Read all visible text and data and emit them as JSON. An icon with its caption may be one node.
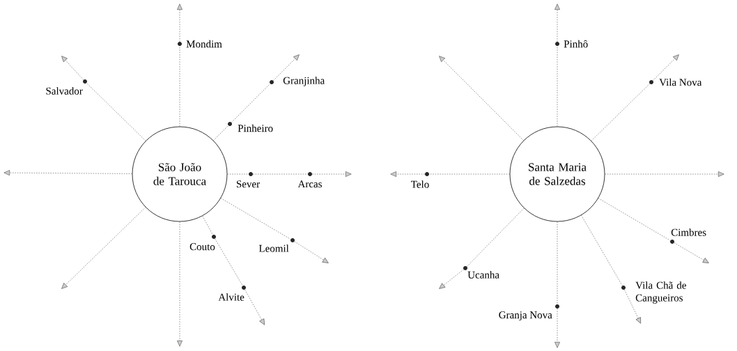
{
  "diagram": {
    "nodes": [
      {
        "text": [
          "São João de Tarouca"
        ]
      },
      {
        "text": [],
        "shape": "circle",
        "beside": [
          "Mondim"
        ]
      },
      {
        "text": [],
        "shape": "circle",
        "beside": [
          "Salvador"
        ]
      },
      {
        "text": [],
        "shape": "circle",
        "beside": [
          "Granjinha"
        ]
      },
      {
        "text": [],
        "shape": "circle",
        "beside": [
          "Pinheiro"
        ]
      },
      {
        "text": [],
        "shape": "circle",
        "beside": [
          "Sever"
        ]
      },
      {
        "text": [],
        "shape": "circle",
        "beside": [
          "Arcas"
        ]
      },
      {
        "text": [],
        "shape": "circle",
        "beside": [
          "Leomil"
        ]
      },
      {
        "text": [],
        "shape": "circle",
        "beside": [
          "Couto"
        ]
      },
      {
        "text": [],
        "shape": "circle",
        "beside": [
          "Alvite"
        ]
      },
      {
        "text": [
          "Santa Maria de Salzedas"
        ]
      },
      {
        "text": [],
        "shape": "circle",
        "beside": [
          "Pinhô"
        ]
      },
      {
        "text": [],
        "shape": "circle",
        "beside": [
          "Vila Nova"
        ]
      },
      {
        "text": [],
        "shape": "circle",
        "beside": [
          "Telo"
        ]
      },
      {
        "text": [],
        "shape": "circle",
        "beside": [
          "Cimbres"
        ]
      },
      {
        "text": [],
        "shape": "circle",
        "beside": [
          "Ucanha"
        ]
      },
      {
        "text": [],
        "shape": "circle",
        "beside": [
          "Vila Chã de Cangueiros"
        ]
      },
      {
        "text": [],
        "shape": "circle",
        "beside": [
          "Granja Nova"
        ]
      }
    ],
    "edges": [
      {
        "from": 0,
        "to": 1,
        "arrow": "none"
      },
      {
        "from": 1,
        "to": null,
        "arrow": "to"
      },
      {
        "from": 0,
        "to": 2,
        "arrow": "none"
      },
      {
        "from": 2,
        "to": null,
        "arrow": "to"
      },
      {
        "from": 0,
        "to": 4,
        "arrow": "none"
      },
      {
        "from": 4,
        "to": 3,
        "arrow": "none"
      },
      {
        "from": 3,
        "to": null,
        "arrow": "to"
      },
      {
        "from": 0,
        "to": null,
        "arrow": "to"
      },
      {
        "from": 0,
        "to": 5,
        "arrow": "none"
      },
      {
        "from": 5,
        "to": 6,
        "arrow": "none"
      },
      {
        "from": 6,
        "to": null,
        "arrow": "to"
      },
      {
        "from": 0,
        "to": 7,
        "arrow": "none"
      },
      {
        "from": 7,
        "to": null,
        "arrow": "to"
      },
      {
        "from": 0,
        "to": 8,
        "arrow": "none"
      },
      {
        "from": 8,
        "to": 9,
        "arrow": "none"
      },
      {
        "from": 9,
        "to": null,
        "arrow": "to"
      },
      {
        "from": 0,
        "to": null,
        "arrow": "to"
      },
      {
        "from": 0,
        "to": null,
        "arrow": "to"
      },
      {
        "from": 10,
        "to": 11,
        "arrow": "none"
      },
      {
        "from": 11,
        "to": null,
        "arrow": "to"
      },
      {
        "from": 10,
        "to": null,
        "arrow": "to"
      },
      {
        "from": 10,
        "to": 12,
        "arrow": "none"
      },
      {
        "from": 12,
        "to": null,
        "arrow": "to"
      },
      {
        "from": 10,
        "to": 13,
        "arrow": "none"
      },
      {
        "from": 13,
        "to": null,
        "arrow": "to"
      },
      {
        "from": 10,
        "to": null,
        "arrow": "to"
      },
      {
        "from": 10,
        "to": 14,
        "arrow": "none"
      },
      {
        "from": 14,
        "to": null,
        "arrow": "to"
      },
      {
        "from": 10,
        "to": 16,
        "arrow": "none"
      },
      {
        "from": 16,
        "to": null,
        "arrow": "to"
      },
      {
        "from": 10,
        "to": 17,
        "arrow": "none"
      },
      {
        "from": 17,
        "to": null,
        "arrow": "to"
      },
      {
        "from": 10,
        "to": 15,
        "arrow": "none"
      },
      {
        "from": 15,
        "to": null,
        "arrow": "to"
      }
    ]
  }
}
